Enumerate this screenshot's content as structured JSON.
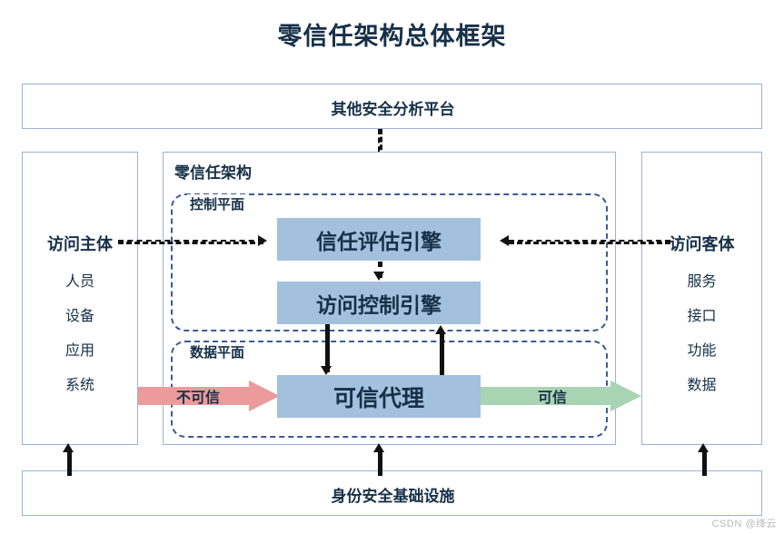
{
  "title": "零信任架构总体框架",
  "top_platform": {
    "label": "其他安全分析平台"
  },
  "bottom_identity": {
    "label": "身份安全基础设施"
  },
  "subject_panel": {
    "heading": "访问主体",
    "items": [
      "人员",
      "设备",
      "应用",
      "系统"
    ]
  },
  "object_panel": {
    "heading": "访问客体",
    "items": [
      "服务",
      "接口",
      "功能",
      "数据"
    ]
  },
  "zta": {
    "label": "零信任架构",
    "control_plane": {
      "label": "控制平面",
      "trust_engine": "信任评估引擎",
      "access_engine": "访问控制引擎"
    },
    "data_plane": {
      "label": "数据平面",
      "trusted_agent": "可信代理",
      "untrusted_arrow": "不可信",
      "trusted_arrow": "可信"
    }
  },
  "watermark": "CSDN @绛云",
  "colors": {
    "title": "#163048",
    "frame_border": "#9cb0d8",
    "plane_border": "#3c5a96",
    "blue_box": "#a3c0dd",
    "untrusted": "#eb9b9b",
    "trusted": "#a9d4b4",
    "connector": "#111111"
  }
}
